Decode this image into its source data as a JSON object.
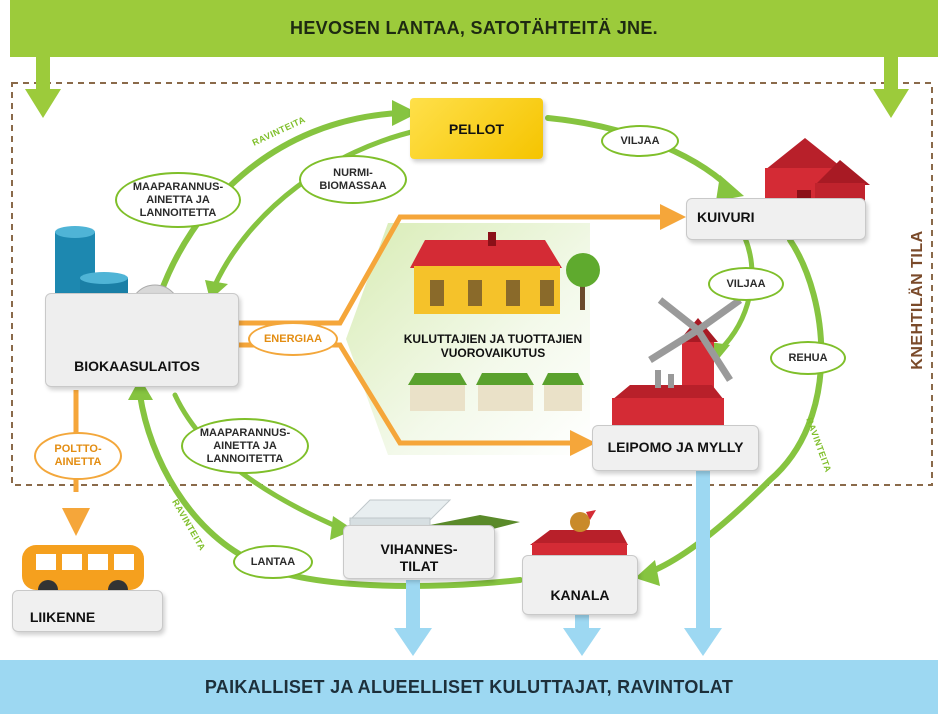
{
  "header": {
    "text": "HEVOSEN LANTAA, SATOTÄHTEITÄ JNE."
  },
  "footer": {
    "text": "PAIKALLISET JA ALUEELLISET KULUTTAJAT, RAVINTOLAT"
  },
  "region_label": "KNEHTILÄN TILA",
  "nodes": {
    "pellot": "PELLOT",
    "kuivuri": "KUIVURI",
    "biokaasulaitos": "BIOKAASULAITOS",
    "leipomo": "LEIPOMO JA MYLLY",
    "vihannes_line1": "VIHANNES-",
    "vihannes_line2": "TILAT",
    "kanala": "KANALA",
    "liikenne": "LIIKENNE"
  },
  "center": {
    "line1": "KULUTTAJIEN JA TUOTTAJIEN",
    "line2": "VUOROVAIKUTUS"
  },
  "flow_labels": {
    "viljaa_top": "VILJAA",
    "viljaa_mid": "VILJAA",
    "rehua": "REHUA",
    "nurmi_line1": "NURMI-",
    "nurmi_line2": "BIOMASSAA",
    "maaparannus_top_1": "MAAPARANNUS-",
    "maaparannus_top_2": "AINETTA JA",
    "maaparannus_top_3": "LANNOITETTA",
    "maaparannus_bot_1": "MAAPARANNUS-",
    "maaparannus_bot_2": "AINETTA JA",
    "maaparannus_bot_3": "LANNOITETTA",
    "energiaa": "ENERGIAA",
    "poltto_1": "POLTTO-",
    "poltto_2": "AINETTA",
    "lantaa": "LANTAA"
  },
  "ravinteita_labels": {
    "top": "RAVINTEITA",
    "right": "RAVINTEITA",
    "left": "RAVINTEITA"
  },
  "colors": {
    "green": "#9ccb3b",
    "ring_green": "#86c440",
    "orange": "#f5a63a",
    "blue": "#9dd8f2",
    "dashed_border": "#8a6a4a",
    "pellot_yellow": "#ffd21f",
    "barn_red": "#d42b35"
  },
  "icons": [
    "bus-icon",
    "barn-icon",
    "windmill-icon",
    "bakery-building-icon",
    "greenhouse-icon",
    "henhouse-icon",
    "biogas-tanks-icon",
    "farmhouse-icon",
    "market-stall-icon",
    "tree-icon",
    "rooster-icon"
  ]
}
